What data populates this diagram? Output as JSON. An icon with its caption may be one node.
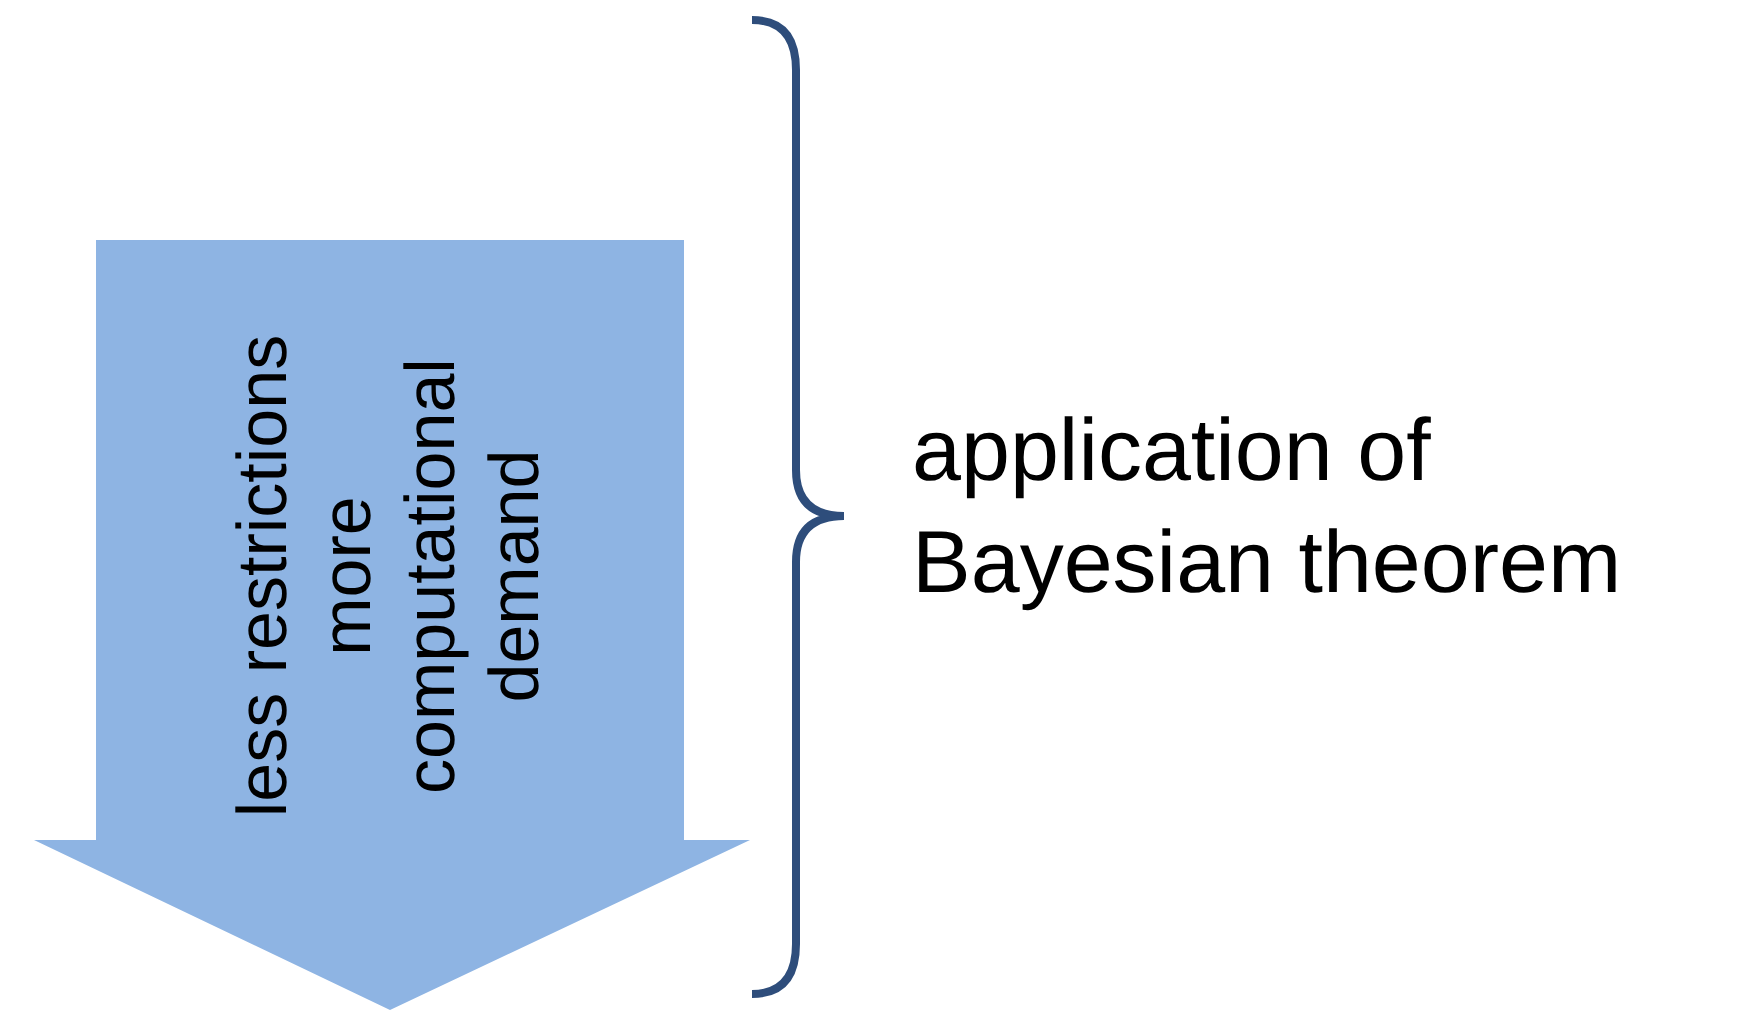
{
  "diagram": {
    "nodes": [
      {
        "text": [
          "less restrictions",
          "more computational demand"
        ]
      }
    ],
    "labels": [
      "application of Bayesian theorem"
    ]
  }
}
